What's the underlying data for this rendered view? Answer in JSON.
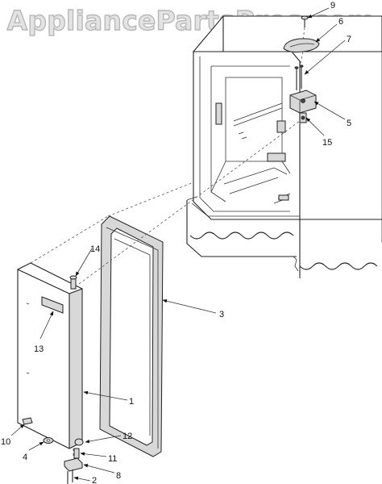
{
  "watermark": "AppliancePartsPros.com",
  "callouts": {
    "c1": "1",
    "c2": "2",
    "c3": "3",
    "c4": "4",
    "c5": "5",
    "c6": "6",
    "c7": "7",
    "c8": "8",
    "c9": "9",
    "c10": "10",
    "c11": "11",
    "c12": "12",
    "c13": "13",
    "c14": "14",
    "c15": "15"
  }
}
